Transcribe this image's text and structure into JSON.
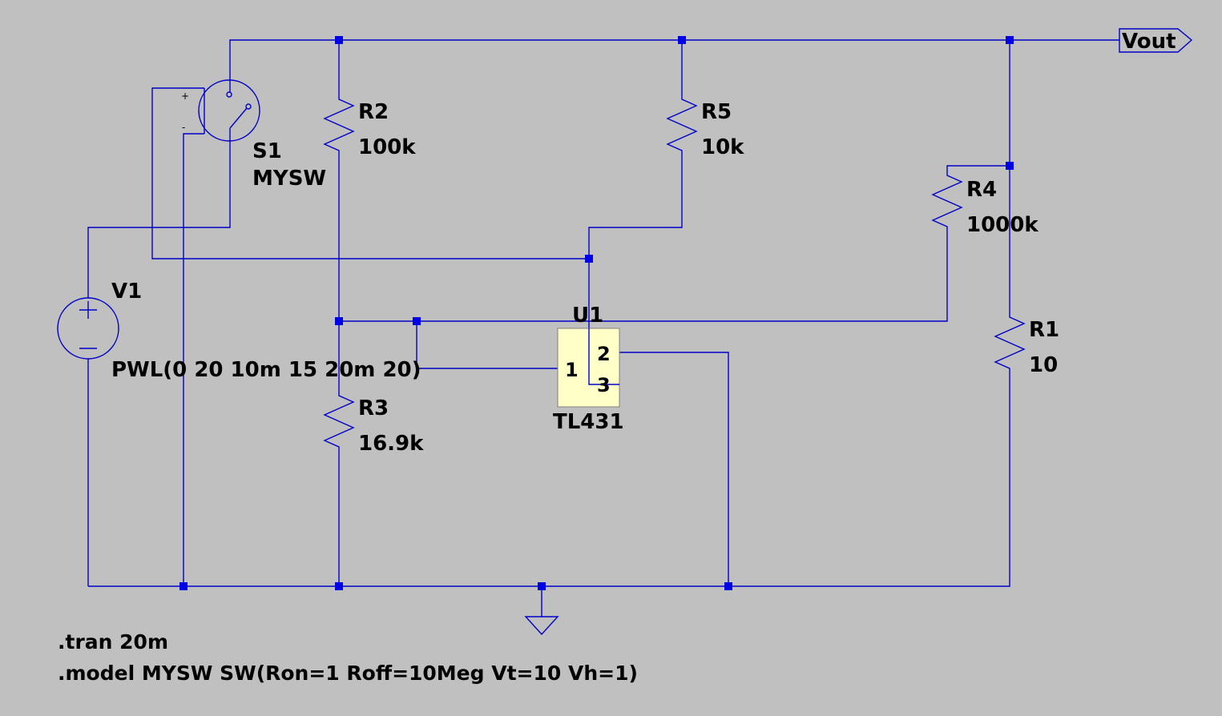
{
  "colors": {
    "background": "#c0c0c0",
    "wire": "#0000c8",
    "junction": "#0000e6",
    "ic_body": "#ffffc8"
  },
  "net_label": {
    "text": "Vout"
  },
  "components": {
    "r2": {
      "ref": "R2",
      "value": "100k"
    },
    "r5": {
      "ref": "R5",
      "value": "10k"
    },
    "r4": {
      "ref": "R4",
      "value": "1000k"
    },
    "r1": {
      "ref": "R1",
      "value": "10"
    },
    "r3": {
      "ref": "R3",
      "value": "16.9k"
    },
    "s1": {
      "ref": "S1",
      "value": "MYSW",
      "plus": "+",
      "minus": "-"
    },
    "v1": {
      "ref": "V1",
      "value": "PWL(0 20 10m 15 20m 20)"
    },
    "u1": {
      "ref": "U1",
      "value": "TL431",
      "pin1": "1",
      "pin2": "2",
      "pin3": "3"
    }
  },
  "directives": [
    ".tran 20m",
    ".model MYSW SW(Ron=1 Roff=10Meg Vt=10 Vh=1)"
  ],
  "icons": {
    "ground": "ground-icon",
    "resistor": "resistor-icon",
    "voltage_source": "voltage-source-icon",
    "switch": "voltage-controlled-switch-icon"
  }
}
